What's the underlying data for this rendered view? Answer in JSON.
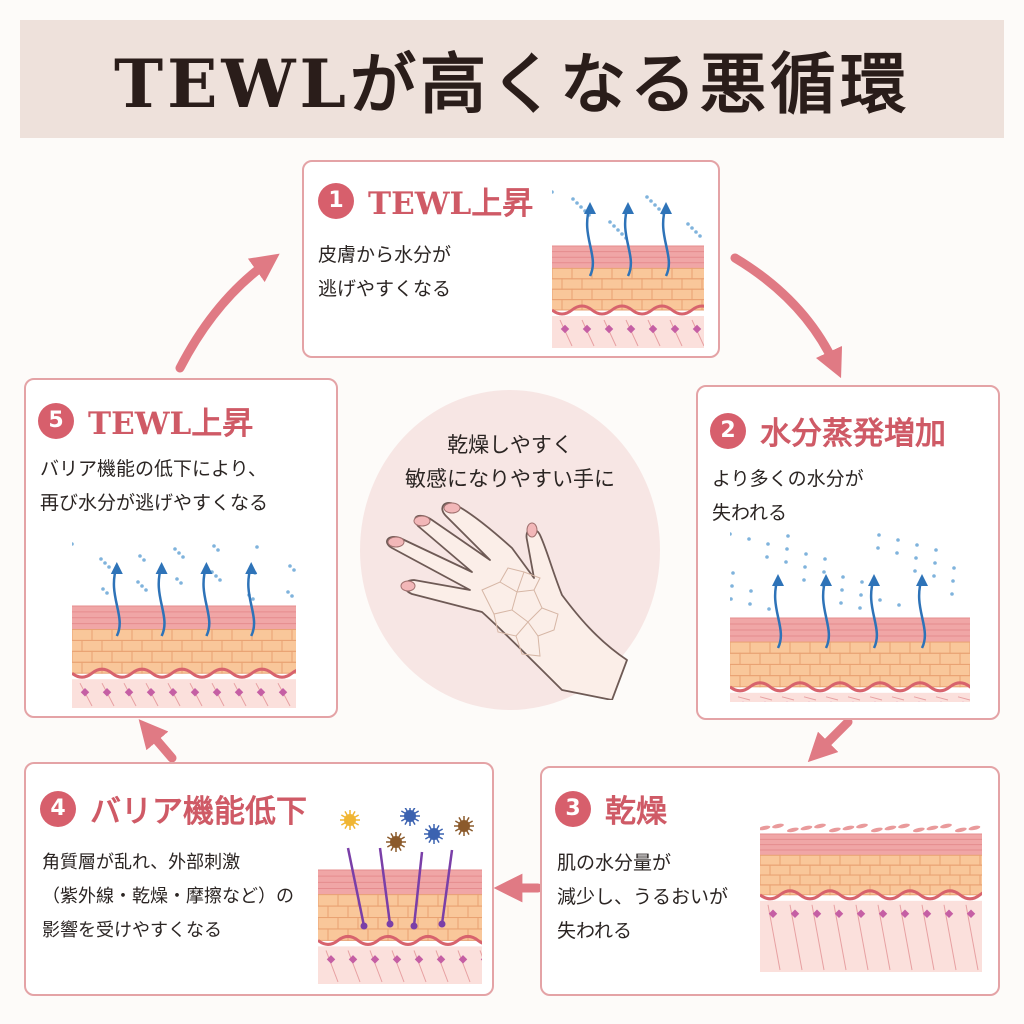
{
  "title": "TEWLが高くなる悪循環",
  "center": {
    "text": "乾燥しやすく\n敏感になりやすい手に"
  },
  "steps": [
    {
      "number": "1",
      "title": "TEWL上昇",
      "description": "皮膚から水分が\n逃げやすくなる"
    },
    {
      "number": "2",
      "title": "水分蒸発増加",
      "description": "より多くの水分が\n失われる"
    },
    {
      "number": "3",
      "title": "乾燥",
      "description": "肌の水分量が\n減少し、うるおいが\n失われる"
    },
    {
      "number": "4",
      "title": "バリア機能低下",
      "description": "角質層が乱れ、外部刺激\n（紫外線・乾燥・摩擦など）の\n影響を受けやすくなる"
    },
    {
      "number": "5",
      "title": "TEWL上昇",
      "description": "バリア機能の低下により、\n再び水分が逃げやすくなる"
    }
  ],
  "colors": {
    "accent": "#d75f6c",
    "border": "#e4a3a6",
    "header_bg": "#eee1db",
    "center_bg": "#f7e6e4",
    "water": "#2e73b8"
  }
}
